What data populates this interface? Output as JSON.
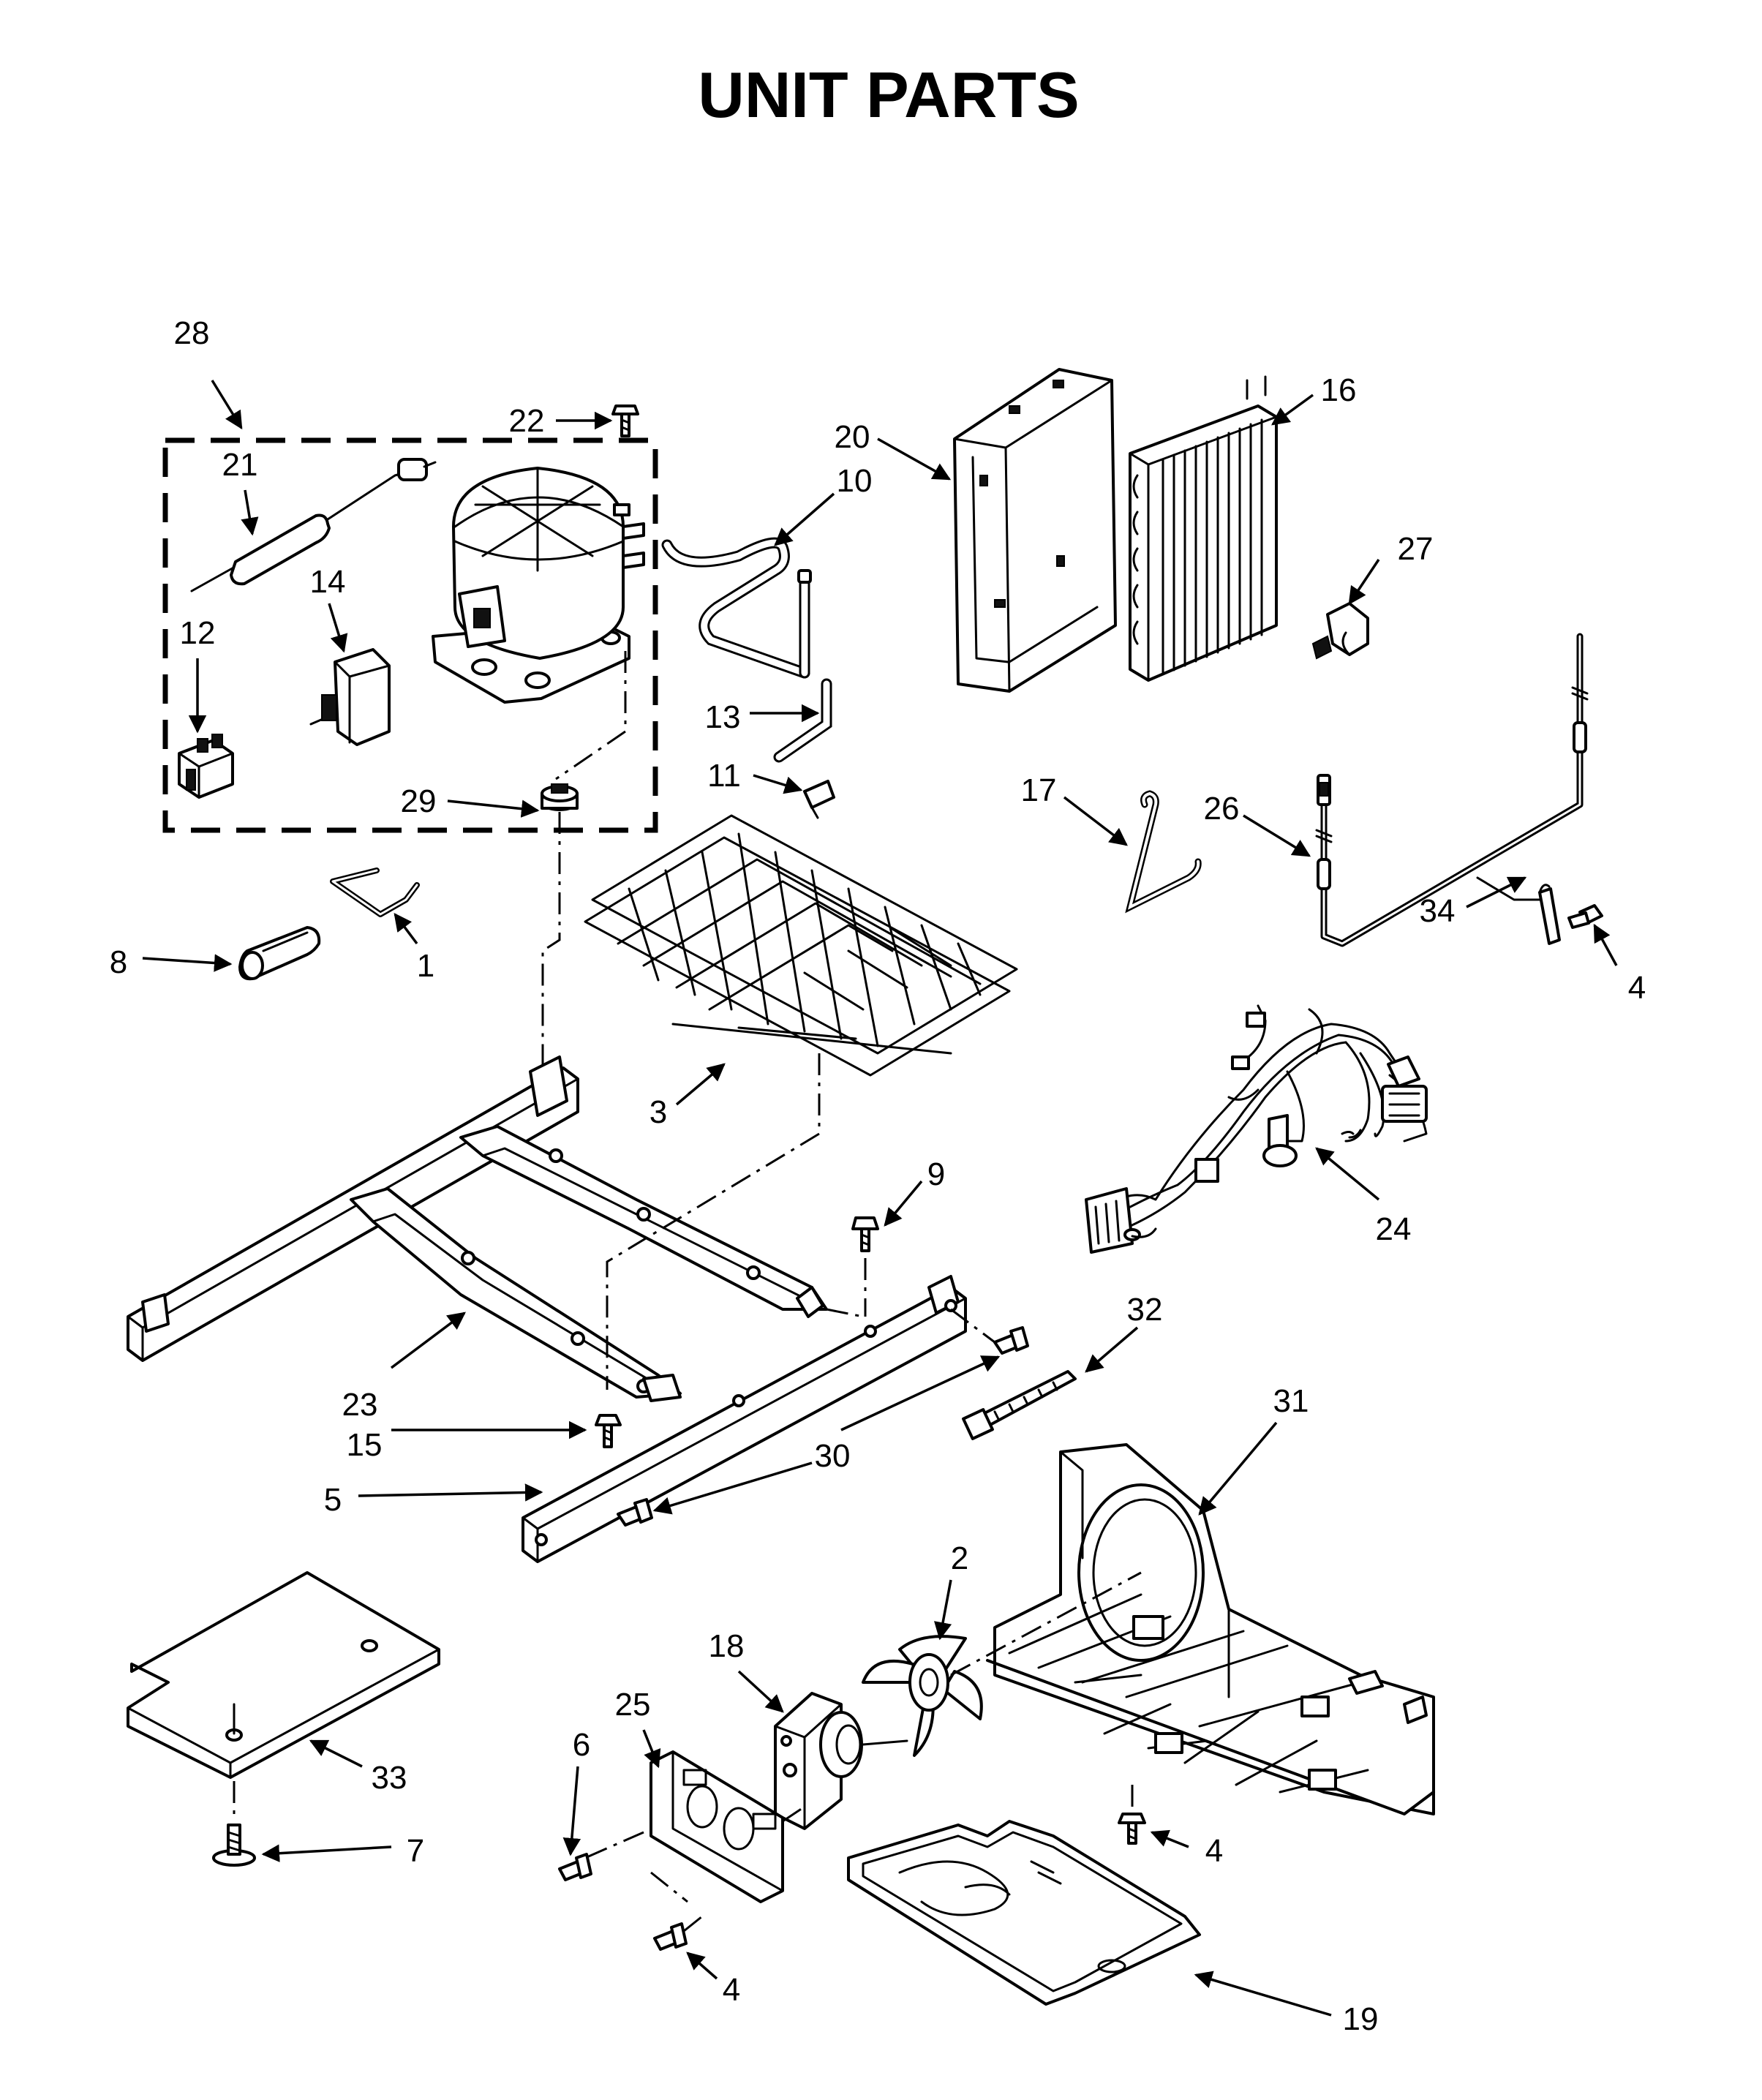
{
  "title": "UNIT PARTS",
  "callouts": {
    "p1": "1",
    "p2": "2",
    "p3": "3",
    "p4a": "4",
    "p4b": "4",
    "p4c": "4",
    "p5": "5",
    "p6": "6",
    "p7": "7",
    "p8": "8",
    "p9": "9",
    "p10": "10",
    "p11": "11",
    "p12": "12",
    "p13": "13",
    "p14": "14",
    "p15": "15",
    "p16": "16",
    "p17": "17",
    "p18": "18",
    "p19": "19",
    "p20": "20",
    "p21": "21",
    "p22": "22",
    "p23": "23",
    "p24": "24",
    "p25": "25",
    "p26": "26",
    "p27": "27",
    "p28": "28",
    "p29": "29",
    "p30": "30",
    "p31": "31",
    "p32": "32",
    "p33": "33",
    "p34": "34"
  },
  "icons": {
    "compressor": "compressor-icon",
    "condenser": "condenser-coil-icon",
    "fan_motor": "fan-motor-icon",
    "fan_blade": "fan-blade-icon",
    "drain_pan": "drain-pan-icon",
    "wire_harness": "wire-harness-icon"
  }
}
